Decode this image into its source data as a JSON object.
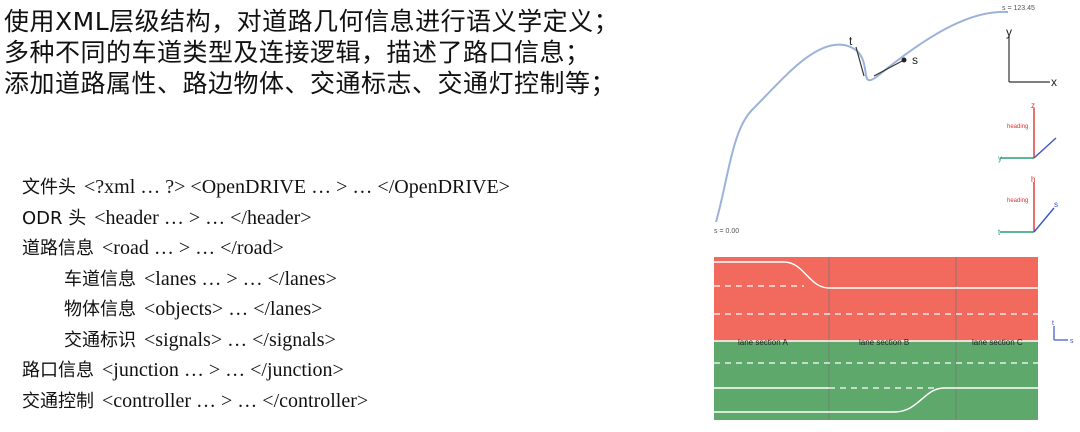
{
  "intro": [
    "使用XML层级结构，对道路几何信息进行语义学定义；",
    "多种不同的车道类型及连接逻辑，描述了路口信息；",
    "添加道路属性、路边物体、交通标志、交通灯控制等；"
  ],
  "structure": [
    {
      "label": "文件头",
      "code": "<?xml … ?>  <OpenDRIVE … > … </OpenDRIVE>",
      "indent": false
    },
    {
      "label": "ODR 头",
      "code": "<header … > … </header>",
      "indent": false
    },
    {
      "label": "道路信息",
      "code": "<road … > … </road>",
      "indent": false
    },
    {
      "label": "车道信息",
      "code": "<lanes … > … </lanes>",
      "indent": true
    },
    {
      "label": "物体信息",
      "code": "<objects> … </lanes>",
      "indent": true
    },
    {
      "label": "交通标识",
      "code": "<signals> … </signals>",
      "indent": true
    },
    {
      "label": "路口信息",
      "code": "<junction … > … </junction>",
      "indent": false
    },
    {
      "label": "交通控制",
      "code": "<controller … > … </controller>",
      "indent": false
    }
  ],
  "figure": {
    "s_end": "s = 123.45",
    "s_start": "s = 0.00",
    "t": "t",
    "s": "s",
    "axis_y": "y",
    "axis_x": "x",
    "axis_z": "z",
    "heading1": "heading",
    "heading2": "heading",
    "axis_h": "h",
    "axis_y2": "y",
    "axis_s2": "s",
    "axis_t2": "t",
    "sections": [
      "lane section A",
      "lane section B",
      "lane section C"
    ],
    "legend_t": "t",
    "legend_s": "s",
    "colors": {
      "road_line": "#9bb3d9",
      "top_lanes": "#f26a5e",
      "bottom_lanes": "#5fa86b"
    }
  }
}
